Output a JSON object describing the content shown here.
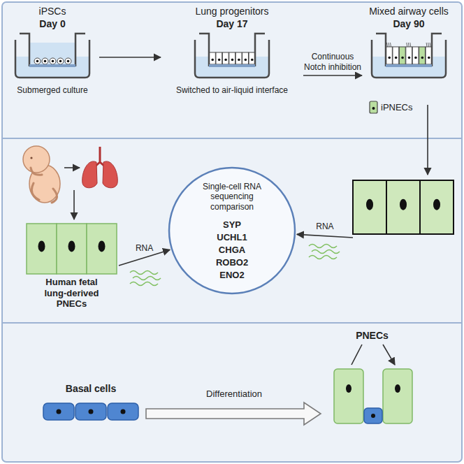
{
  "diagram": {
    "nodes": [
      {
        "text": [
          "iPSCs",
          "Day 0",
          "Submerged culture"
        ]
      },
      {
        "text": [
          "Lung progenitors",
          "Day 17",
          "Switched to air-liquid interface"
        ]
      },
      {
        "text": [
          "Mixed airway cells",
          "Day 90"
        ]
      },
      {
        "text": [
          "Human fetal lung-derived PNECs"
        ]
      },
      {
        "text": [
          "Single-cell RNA sequencing comparison",
          "SYP",
          "UCHL1",
          "CHGA",
          "ROBO2",
          "ENO2"
        ]
      },
      {
        "text": [
          "iPNECs"
        ]
      },
      {
        "text": [
          "Basal cells"
        ]
      },
      {
        "text": [
          "PNECs"
        ]
      }
    ],
    "edges": [
      {
        "from": 0,
        "to": 1,
        "arrow": "to"
      },
      {
        "from": 1,
        "to": 2,
        "label": "Continuous Notch inhibition",
        "arrow": "to"
      },
      {
        "from": 3,
        "to": 4,
        "label": "RNA",
        "arrow": "to"
      },
      {
        "from": 5,
        "to": 4,
        "label": "RNA",
        "arrow": "to"
      },
      {
        "from": 6,
        "to": 7,
        "label": "Differentiation",
        "arrow": "to"
      }
    ]
  }
}
